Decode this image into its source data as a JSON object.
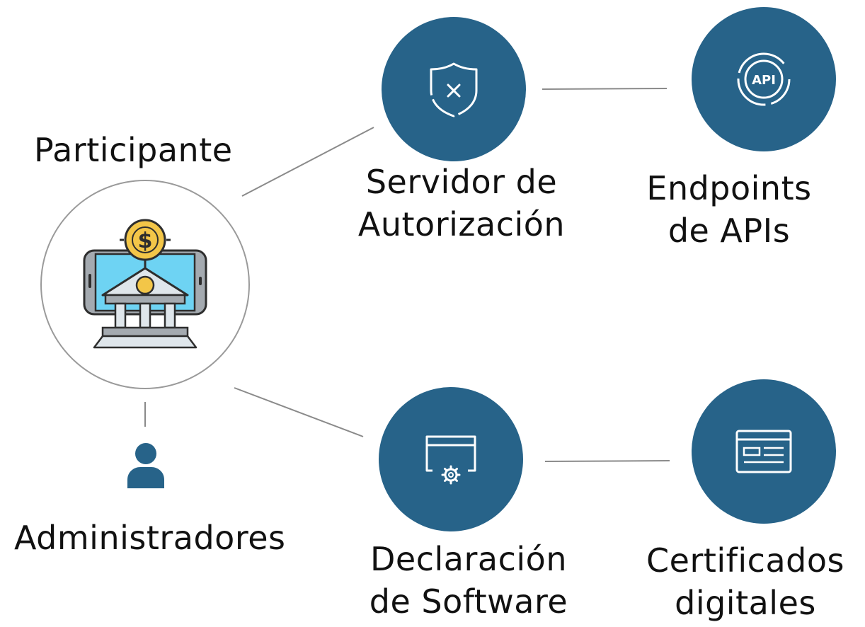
{
  "nodes": {
    "participant": {
      "label": "Participante",
      "icon": "bank-mobile-icon"
    },
    "auth_server": {
      "label_lines": [
        "Servidor de",
        "Autorización"
      ],
      "icon": "shield-x-icon"
    },
    "api_endpoints": {
      "label_lines": [
        "Endpoints",
        "de APIs"
      ],
      "icon": "api-icon"
    },
    "software_statement": {
      "label_lines": [
        "Declaración",
        "de Software"
      ],
      "icon": "window-gear-icon"
    },
    "certificates": {
      "label_lines": [
        "Certificados",
        "digitales"
      ],
      "icon": "certificate-card-icon"
    },
    "administrators": {
      "label": "Administradores",
      "icon": "user-icon"
    }
  },
  "colors": {
    "node_fill": "#276389",
    "line": "#8a8a8a",
    "participant_border": "#9a9a9a"
  }
}
